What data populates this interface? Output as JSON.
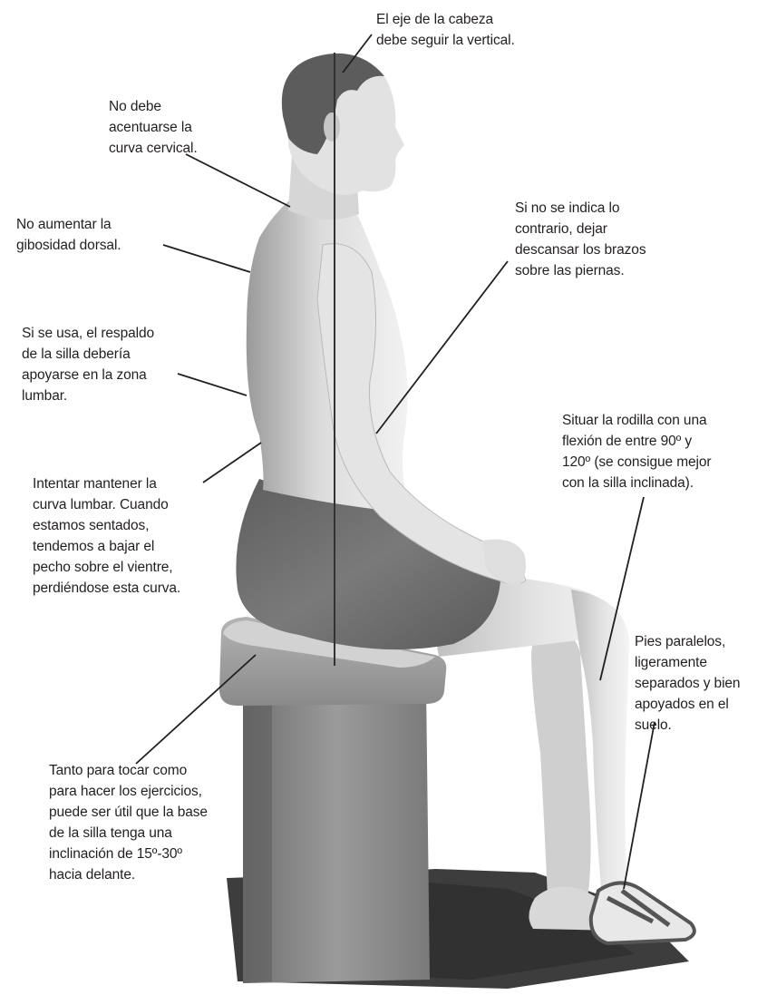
{
  "annotations": {
    "head_axis": "El eje de la cabeza\ndebe seguir la vertical.",
    "cervical": "No debe\nacentuarse la\ncurva cervical.",
    "dorsal": "No aumentar la\ngibosidad dorsal.",
    "arms": "Si no se indica lo\ncontrario, dejar\ndescansar los brazos\nsobre las piernas.",
    "backrest": "Si se usa, el respaldo\nde la silla debería\napoyarse en la zona\nlumbar.",
    "knee": "Situar la rodilla con una\nflexión de entre 90º y\n120º (se consigue mejor\ncon la silla inclinada).",
    "lumbar": "Intentar mantener la\ncurva lumbar. Cuando\nestamos sentados,\ntendemos a bajar el\npecho sobre el vientre,\nperdiéndose esta curva.",
    "feet": "Pies paralelos,\nligeramente\nseparados y bien\napoyados en el\nsuelo.",
    "seat": "Tanto para tocar como\npara hacer los ejercicios,\npuede ser útil que la base\nde la silla tenga una\ninclinación de 15º-30º\nhacia delante."
  },
  "colors": {
    "text": "#231f20",
    "skin_light": "#ebebeb",
    "skin_mid": "#c9c9c9",
    "skin_dark": "#8a8a8a",
    "hair": "#5a5a5a",
    "shorts": "#6e6e6e",
    "stool": "#8c8c8c",
    "floor": "#3a3a3a"
  }
}
